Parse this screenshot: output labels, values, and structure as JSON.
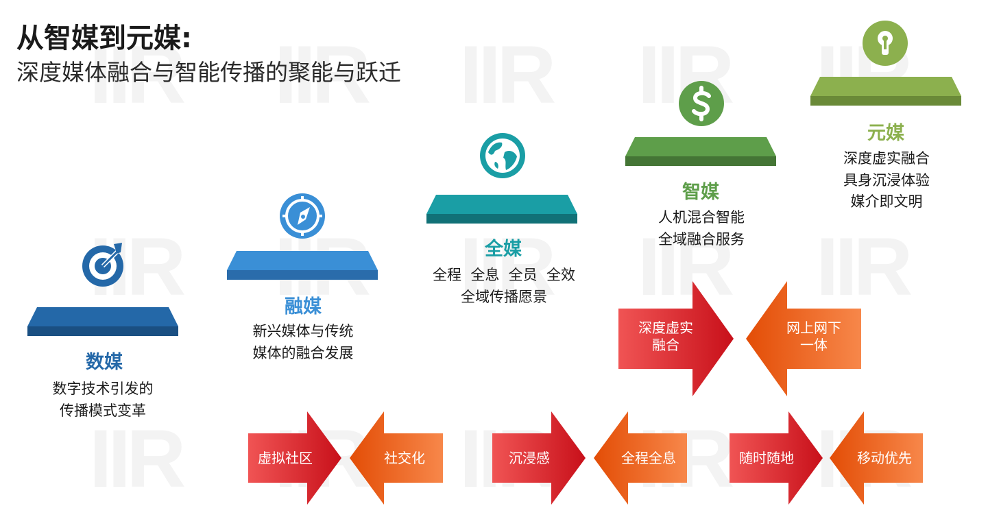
{
  "header": {
    "title": "从智媒到元媒:",
    "subtitle": "深度媒体融合与智能传播的聚能与跃迁"
  },
  "colors": {
    "stage1": "#2468a8",
    "stage2": "#3a8fd6",
    "stage3": "#1a9ea5",
    "stage4": "#5e9e4a",
    "stage5": "#8cb04e",
    "arrow_red": "#e21e1e",
    "arrow_orange": "#f0640f"
  },
  "stages": [
    {
      "title": "数媒",
      "lines": [
        "数字技术引发的",
        "传播模式变革"
      ],
      "icon": "target-icon"
    },
    {
      "title": "融媒",
      "lines": [
        "新兴媒体与传统",
        "媒体的融合发展"
      ],
      "icon": "compass-icon"
    },
    {
      "title": "全媒",
      "lines": [
        "全程  全息  全员  全效",
        "全域传播愿景"
      ],
      "icon": "globe-icon"
    },
    {
      "title": "智媒",
      "lines": [
        "人机混合智能",
        "全域融合服务"
      ],
      "icon": "dollar-icon"
    },
    {
      "title": "元媒",
      "lines": [
        "深度虚实融合",
        "具身沉浸体验",
        "媒介即文明"
      ],
      "icon": "keyhole-icon"
    }
  ],
  "arrows_top": [
    {
      "label_lines": [
        "深度虚实",
        "融合"
      ],
      "direction": "right"
    },
    {
      "label_lines": [
        "网上网下",
        "一体"
      ],
      "direction": "left"
    }
  ],
  "arrows_bottom": [
    {
      "label": "虚拟社区",
      "direction": "right"
    },
    {
      "label": "社交化",
      "direction": "left"
    },
    {
      "label": "沉浸感",
      "direction": "right"
    },
    {
      "label": "全程全息",
      "direction": "left"
    },
    {
      "label": "随时随地",
      "direction": "right"
    },
    {
      "label": "移动优先",
      "direction": "left"
    }
  ]
}
